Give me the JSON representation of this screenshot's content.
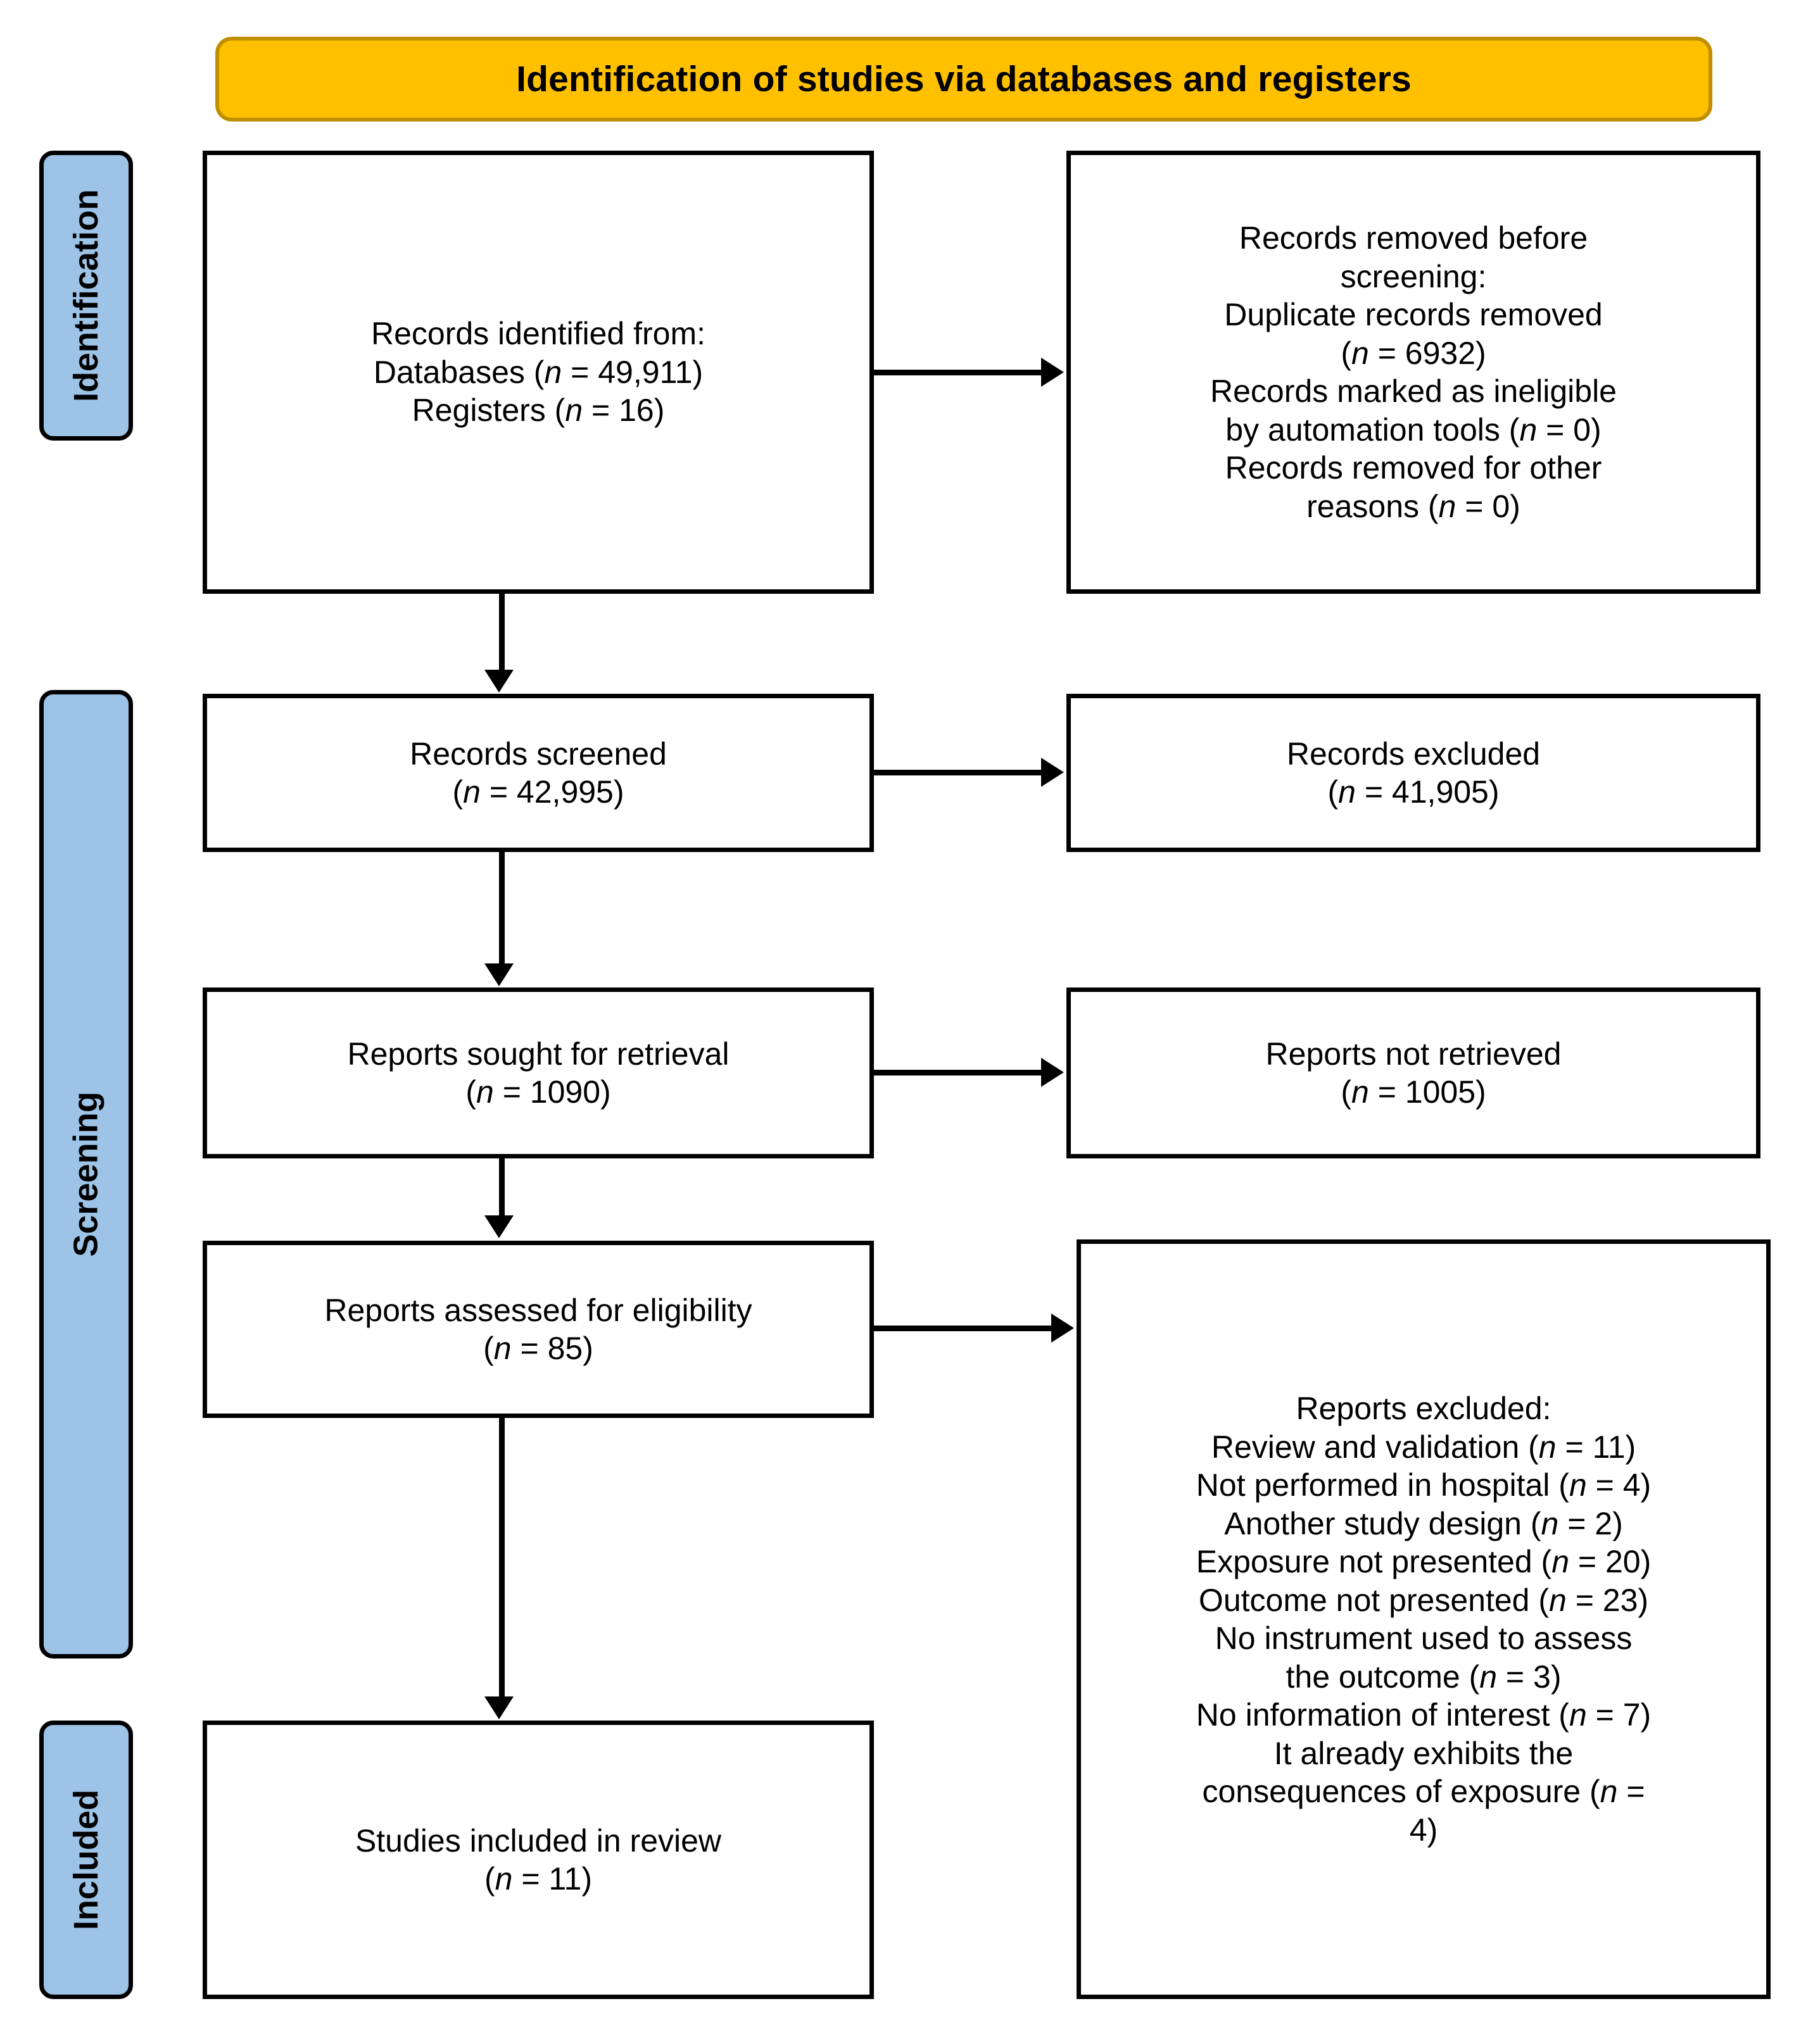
{
  "diagram": {
    "title": "Identification of studies via databases and registers",
    "colors": {
      "banner_fill": "#FFC000",
      "banner_border": "#BF8F00",
      "stage_fill": "#9DC3E6",
      "box_border": "#000000",
      "box_fill": "#FFFFFF",
      "text": "#000000"
    }
  },
  "stages": {
    "identification": "Identification",
    "screening": "Screening",
    "included": "Included"
  },
  "boxes": {
    "identified": {
      "lines": [
        "Records identified from:",
        "Databases (n = 49,911)",
        "Registers (n = 16)"
      ]
    },
    "removed_before_screening": {
      "lines": [
        "Records removed before",
        "screening:",
        "Duplicate records removed",
        "(n = 6932)",
        "Records marked as ineligible",
        "by automation tools (n = 0)",
        "Records removed for other",
        "reasons (n = 0)"
      ]
    },
    "screened": {
      "lines": [
        "Records screened",
        "(n = 42,995)"
      ]
    },
    "records_excluded": {
      "lines": [
        "Records excluded",
        "(n = 41,905)"
      ]
    },
    "sought_for_retrieval": {
      "lines": [
        "Reports sought for retrieval",
        "(n = 1090)"
      ]
    },
    "not_retrieved": {
      "lines": [
        "Reports not retrieved",
        "(n = 1005)"
      ]
    },
    "assessed_for_eligibility": {
      "lines": [
        "Reports assessed for eligibility",
        "(n = 85)"
      ]
    },
    "reports_excluded": {
      "lines": [
        "Reports excluded:",
        "Review and validation (n = 11)",
        "Not performed in hospital (n = 4)",
        "Another study design (n = 2)",
        "Exposure not presented (n = 20)",
        "Outcome not presented (n = 23)",
        "No instrument used to assess",
        "the outcome (n = 3)",
        "No information of interest (n = 7)",
        "It already exhibits the",
        "consequences of exposure (n =",
        "4)"
      ]
    },
    "included_in_review": {
      "lines": [
        "Studies included in review",
        "(n = 11)"
      ]
    }
  },
  "counts": {
    "databases": "49,911",
    "registers": "16",
    "duplicate_records_removed": "6932",
    "marked_ineligible_automation": "0",
    "removed_other_reasons": "0",
    "records_screened": "42,995",
    "records_excluded": "41,905",
    "reports_sought": "1090",
    "reports_not_retrieved": "1005",
    "reports_assessed": "85",
    "excl_review_and_validation": "11",
    "excl_not_performed_in_hospital": "4",
    "excl_another_study_design": "2",
    "excl_exposure_not_presented": "20",
    "excl_outcome_not_presented": "23",
    "excl_no_instrument": "3",
    "excl_no_information_of_interest": "7",
    "excl_already_exhibits_consequences": "4",
    "studies_included": "11"
  }
}
